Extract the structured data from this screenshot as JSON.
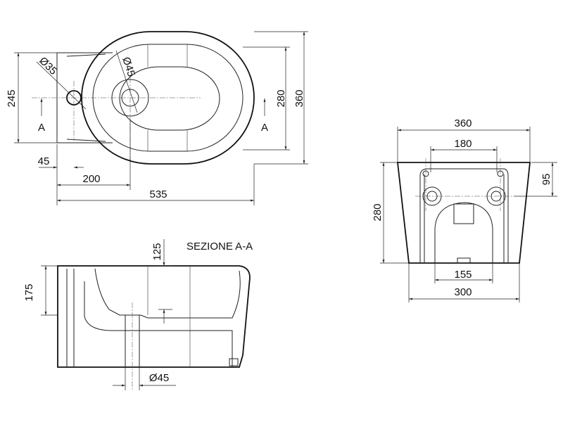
{
  "top_view": {
    "dim_width_tank": "245",
    "dim_inner_depth": "280",
    "dim_total_depth": "360",
    "dim_offset": "45",
    "dim_drain_pos": "200",
    "dim_length": "535",
    "dia_tap": "Ø35",
    "dia_drain": "Ø45",
    "section_mark_left": "A",
    "section_mark_right": "A"
  },
  "section_view": {
    "title": "SEZIONE A-A",
    "dim_bowl_depth": "125",
    "dim_height": "175",
    "dia_drain": "Ø45"
  },
  "rear_view": {
    "dim_top_width": "360",
    "dim_fixing_spacing": "180",
    "dim_fixing_height": "95",
    "dim_height": "280",
    "dim_outlet_width": "155",
    "dim_base_width": "300"
  }
}
